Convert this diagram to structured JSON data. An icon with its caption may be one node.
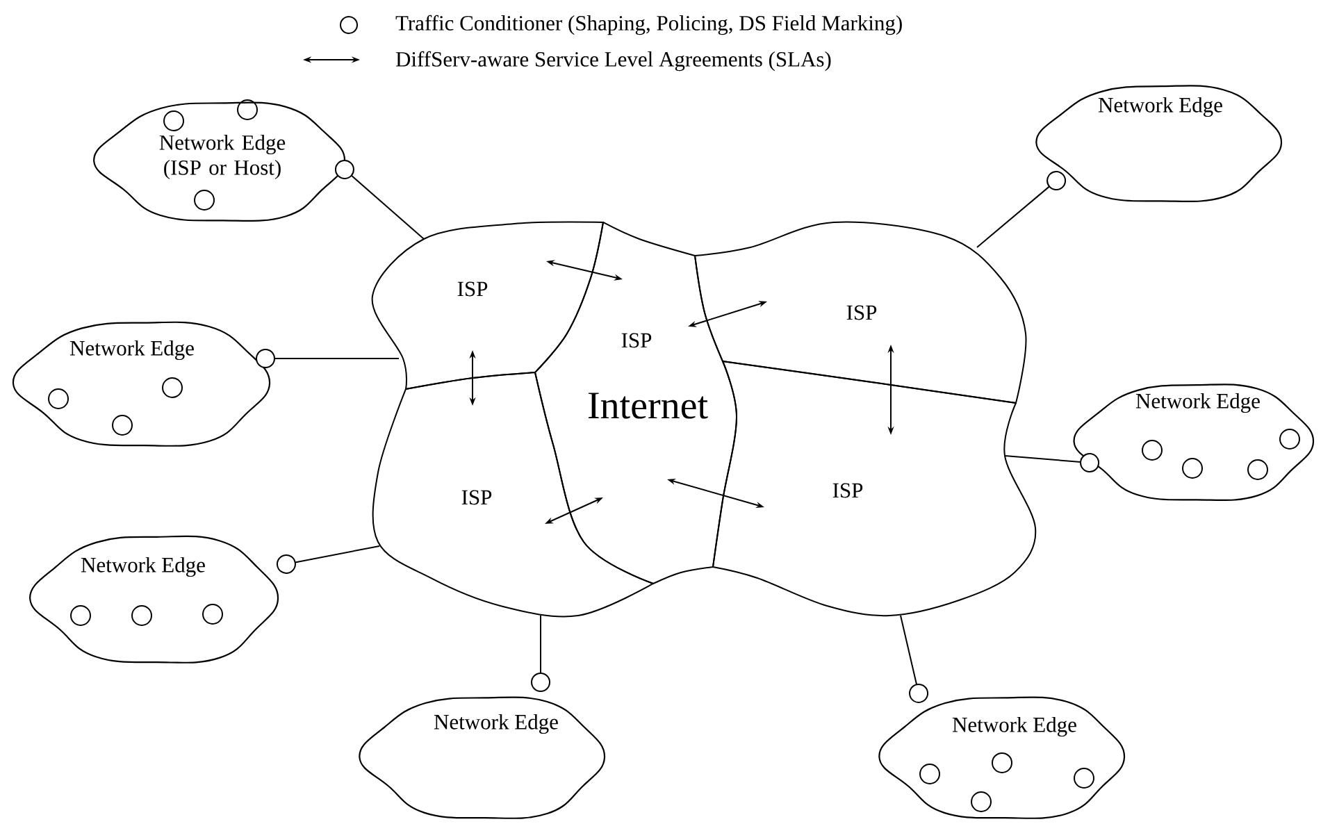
{
  "diagram": {
    "nodes": [
      {
        "text": [
          "Network Edge (ISP or Host)"
        ]
      },
      {
        "text": [
          "Network Edge"
        ]
      },
      {
        "text": [
          "ISP"
        ]
      },
      {
        "text": [
          "ISP"
        ]
      },
      {
        "text": [
          "ISP"
        ]
      },
      {
        "text": [
          "ISP"
        ]
      },
      {
        "text": [
          "ISP"
        ]
      },
      {
        "text": [
          "Network Edge"
        ]
      },
      {
        "text": [
          "Network Edge"
        ]
      },
      {
        "text": [
          "Network Edge"
        ]
      },
      {
        "text": [
          "Network Edge"
        ]
      },
      {
        "text": [
          "Network Edge"
        ]
      }
    ],
    "edges": [
      {
        "from": 2,
        "to": 3,
        "arrow": "both"
      },
      {
        "from": 2,
        "to": 5,
        "arrow": "both"
      },
      {
        "from": 3,
        "to": 4,
        "arrow": "both"
      },
      {
        "from": 4,
        "to": 6,
        "arrow": "both"
      },
      {
        "from": 5,
        "to": 3,
        "arrow": "both"
      },
      {
        "from": 3,
        "to": 6,
        "arrow": "both"
      },
      {
        "from": 0,
        "to": 2,
        "arrow": "other"
      },
      {
        "from": 1,
        "to": 4,
        "arrow": "other"
      },
      {
        "from": 7,
        "to": 2,
        "arrow": "other"
      },
      {
        "from": 8,
        "to": 6,
        "arrow": "other"
      },
      {
        "from": 9,
        "to": 5,
        "arrow": "other"
      },
      {
        "from": 10,
        "to": 5,
        "arrow": "other"
      },
      {
        "from": 11,
        "to": 6,
        "arrow": "other"
      }
    ],
    "labels": [
      "Internet"
    ],
    "legend": [
      {
        "text": "Traffic Conditioner (Shaping, Policing, DS Field Marking)"
      },
      {
        "text": "DiffServ-aware Service Level Agreements (SLAs)"
      }
    ]
  }
}
